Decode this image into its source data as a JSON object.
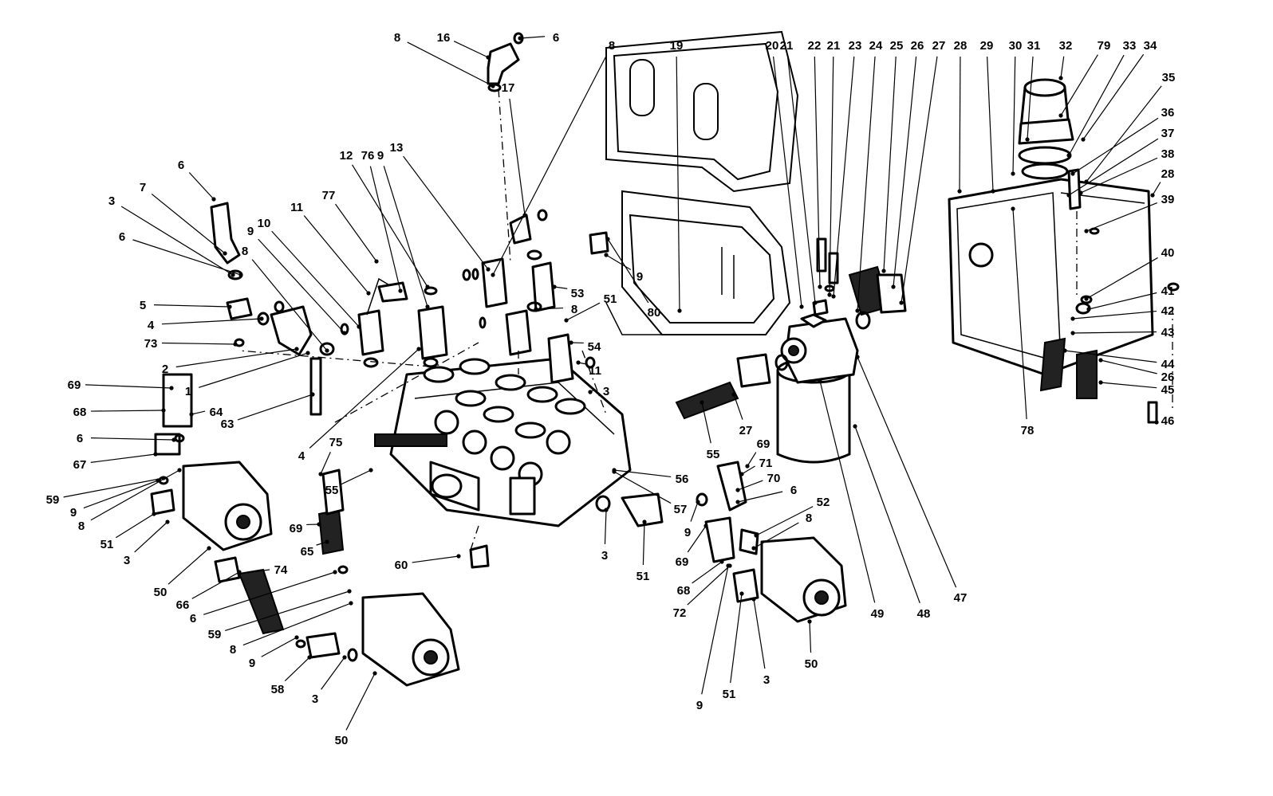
{
  "callouts": [
    "8",
    "16",
    "6",
    "17",
    "13",
    "12",
    "76",
    "9",
    "77",
    "11",
    "10",
    "9",
    "8",
    "7",
    "6",
    "3",
    "6",
    "5",
    "4",
    "73",
    "2",
    "1",
    "69",
    "68",
    "64",
    "6",
    "67",
    "59",
    "9",
    "8",
    "51",
    "3",
    "50",
    "63",
    "4",
    "75",
    "55",
    "69",
    "65",
    "66",
    "6",
    "74",
    "59",
    "8",
    "9",
    "58",
    "3",
    "50",
    "60",
    "3",
    "51",
    "56",
    "57",
    "9",
    "69",
    "68",
    "72",
    "9",
    "51",
    "3",
    "50",
    "69",
    "71",
    "70",
    "6",
    "52",
    "8",
    "53",
    "8",
    "51",
    "54",
    "11",
    "3",
    "9",
    "80",
    "8",
    "19",
    "20",
    "21",
    "22",
    "21",
    "23",
    "24",
    "25",
    "26",
    "27",
    "28",
    "29",
    "30",
    "31",
    "32",
    "79",
    "33",
    "34",
    "35",
    "36",
    "37",
    "38",
    "28",
    "39",
    "40",
    "41",
    "42",
    "43",
    "44",
    "26",
    "45",
    "46",
    "78",
    "55",
    "27",
    "49",
    "48",
    "47"
  ]
}
